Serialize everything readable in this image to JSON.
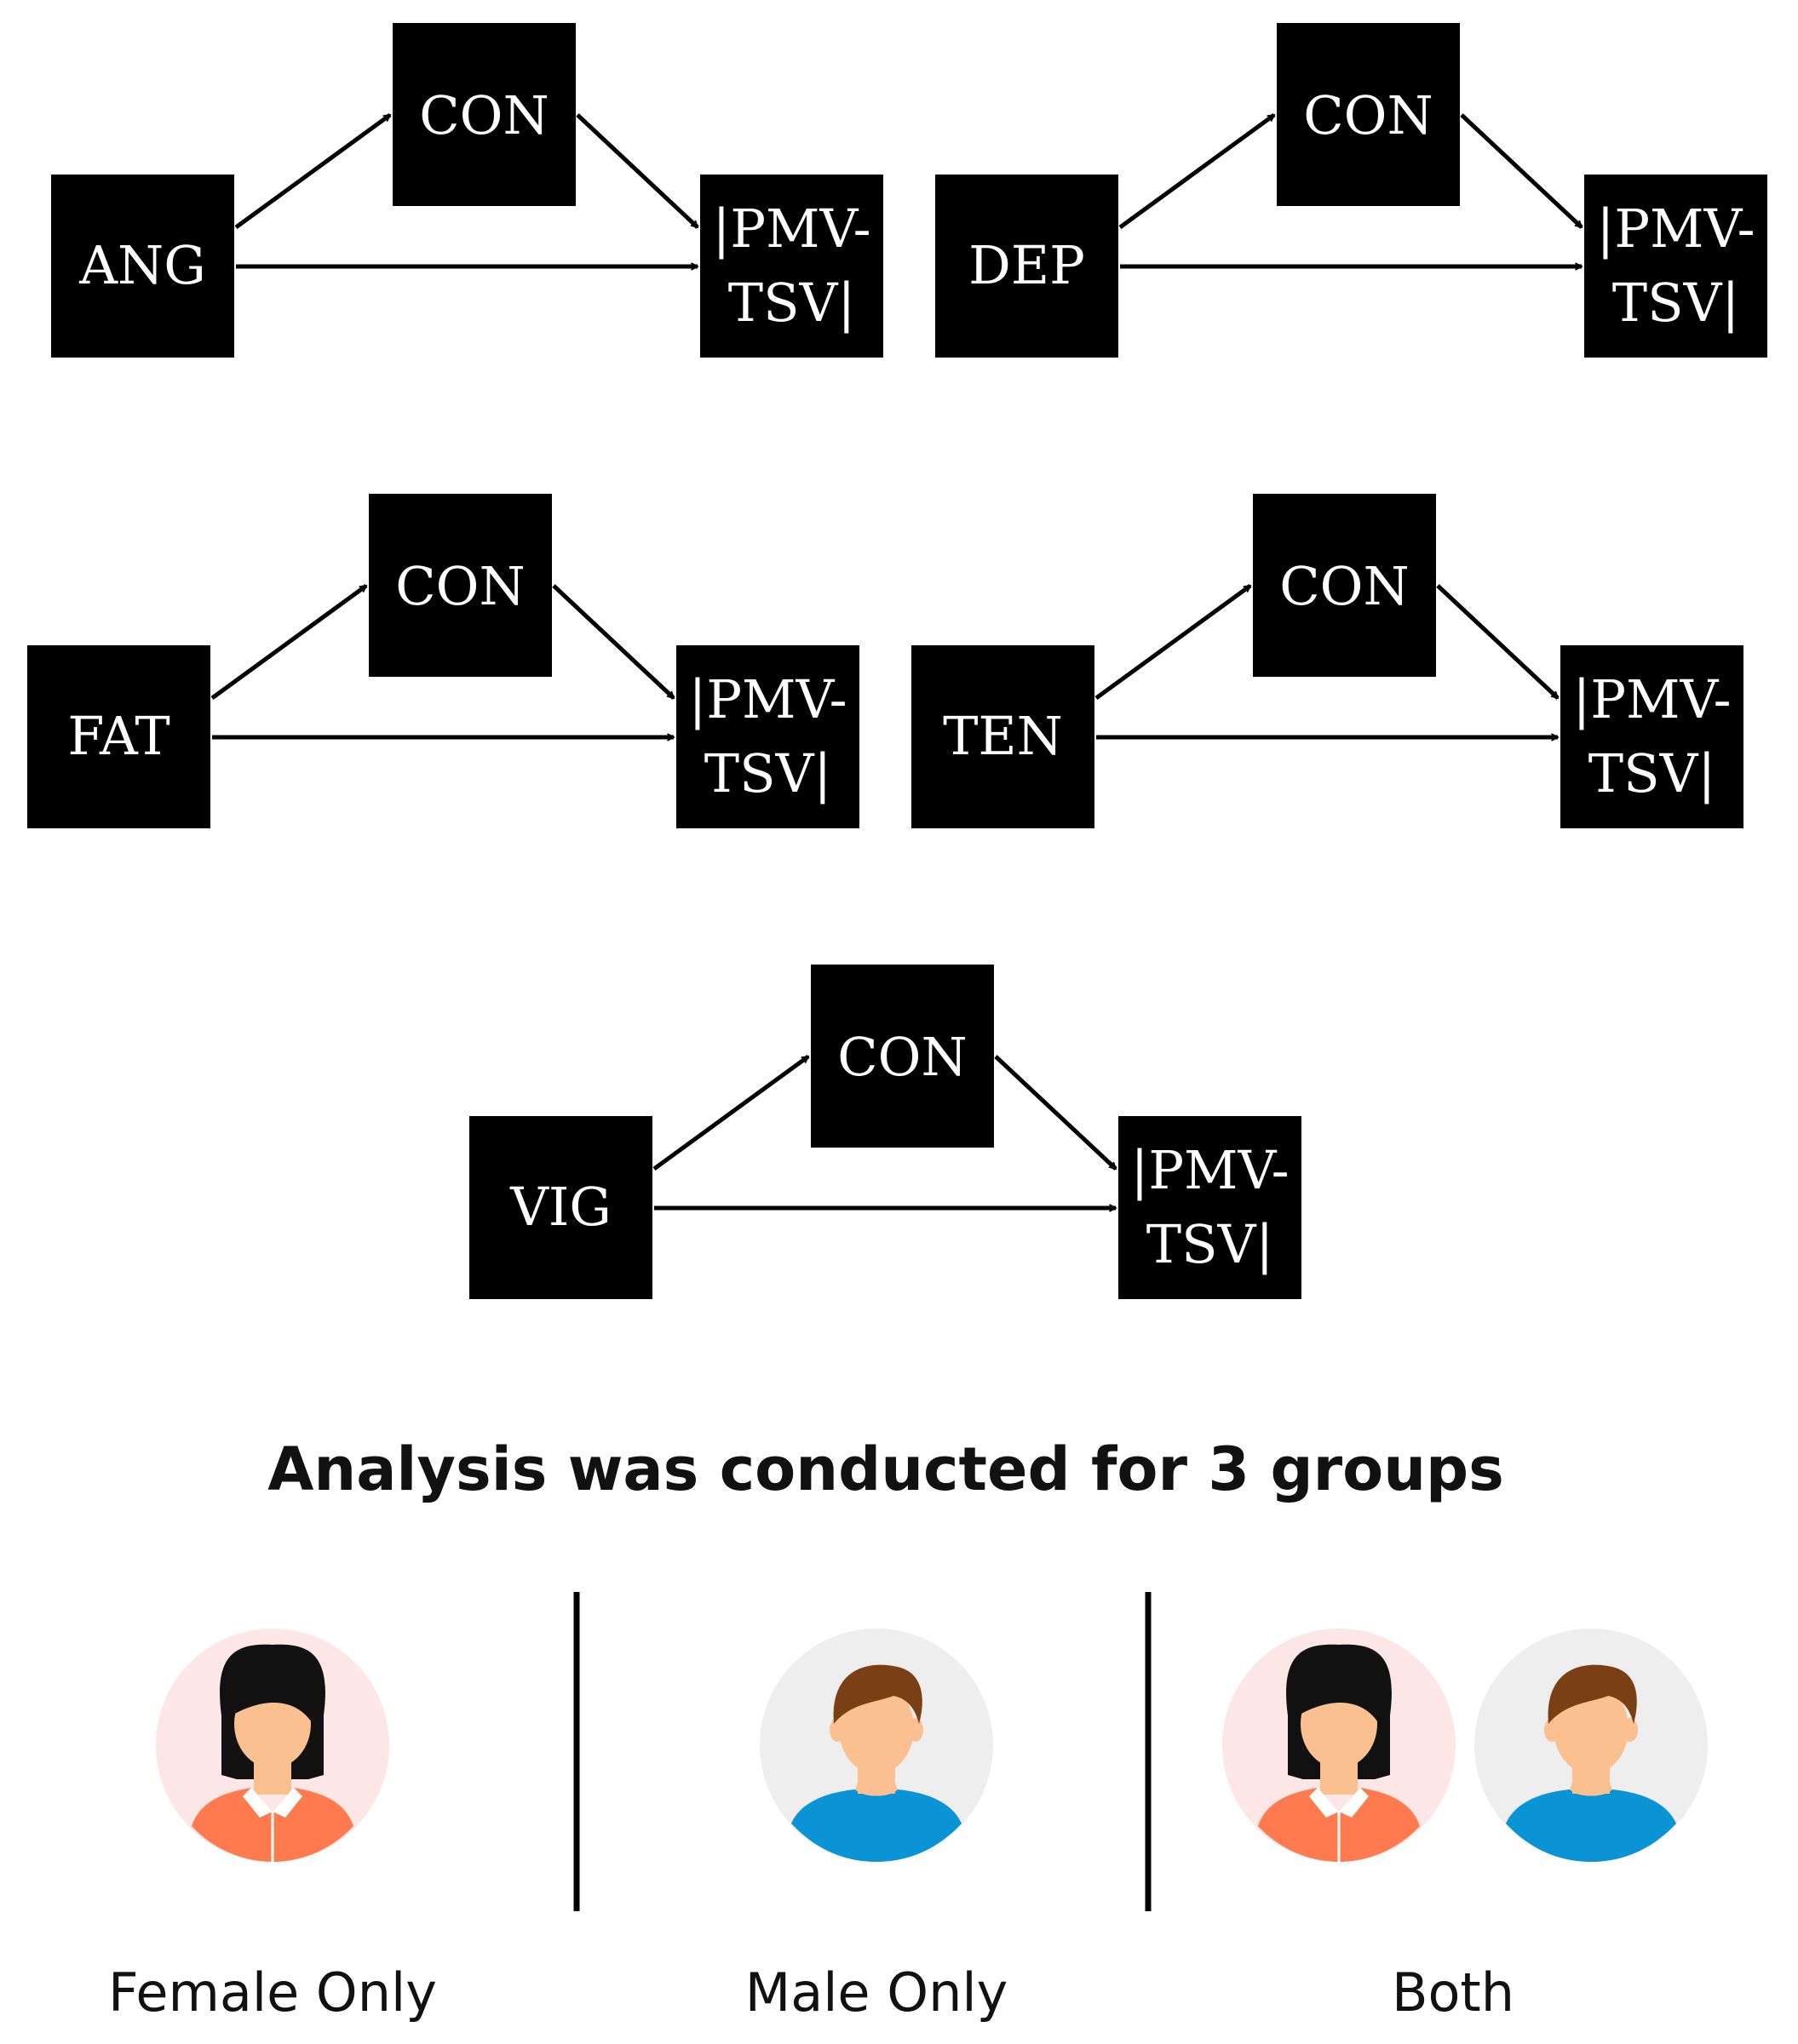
{
  "diagrams": [
    {
      "predictor": "ANG",
      "mediator": "CON",
      "outcome_line1": "|PMV-",
      "outcome_line2": "TSV|"
    },
    {
      "predictor": "DEP",
      "mediator": "CON",
      "outcome_line1": "|PMV-",
      "outcome_line2": "TSV|"
    },
    {
      "predictor": "FAT",
      "mediator": "CON",
      "outcome_line1": "|PMV-",
      "outcome_line2": "TSV|"
    },
    {
      "predictor": "TEN",
      "mediator": "CON",
      "outcome_line1": "|PMV-",
      "outcome_line2": "TSV|"
    },
    {
      "predictor": "VIG",
      "mediator": "CON",
      "outcome_line1": "|PMV-",
      "outcome_line2": "TSV|"
    }
  ],
  "heading": "Analysis was conducted for 3 groups",
  "groups": [
    {
      "label": "Female Only",
      "icons": [
        "female-avatar-icon"
      ]
    },
    {
      "label": "Male Only",
      "icons": [
        "male-avatar-icon"
      ]
    },
    {
      "label": "Both",
      "icons": [
        "female-avatar-icon",
        "male-avatar-icon"
      ]
    }
  ],
  "colors": {
    "box": "#000000",
    "female_bg": "#fde6e6",
    "female_shirt": "#ff7a4f",
    "male_bg": "#eeeeee",
    "male_shirt": "#0a94d6",
    "male_hair": "#7b3f14",
    "skin": "#fbc08f"
  }
}
